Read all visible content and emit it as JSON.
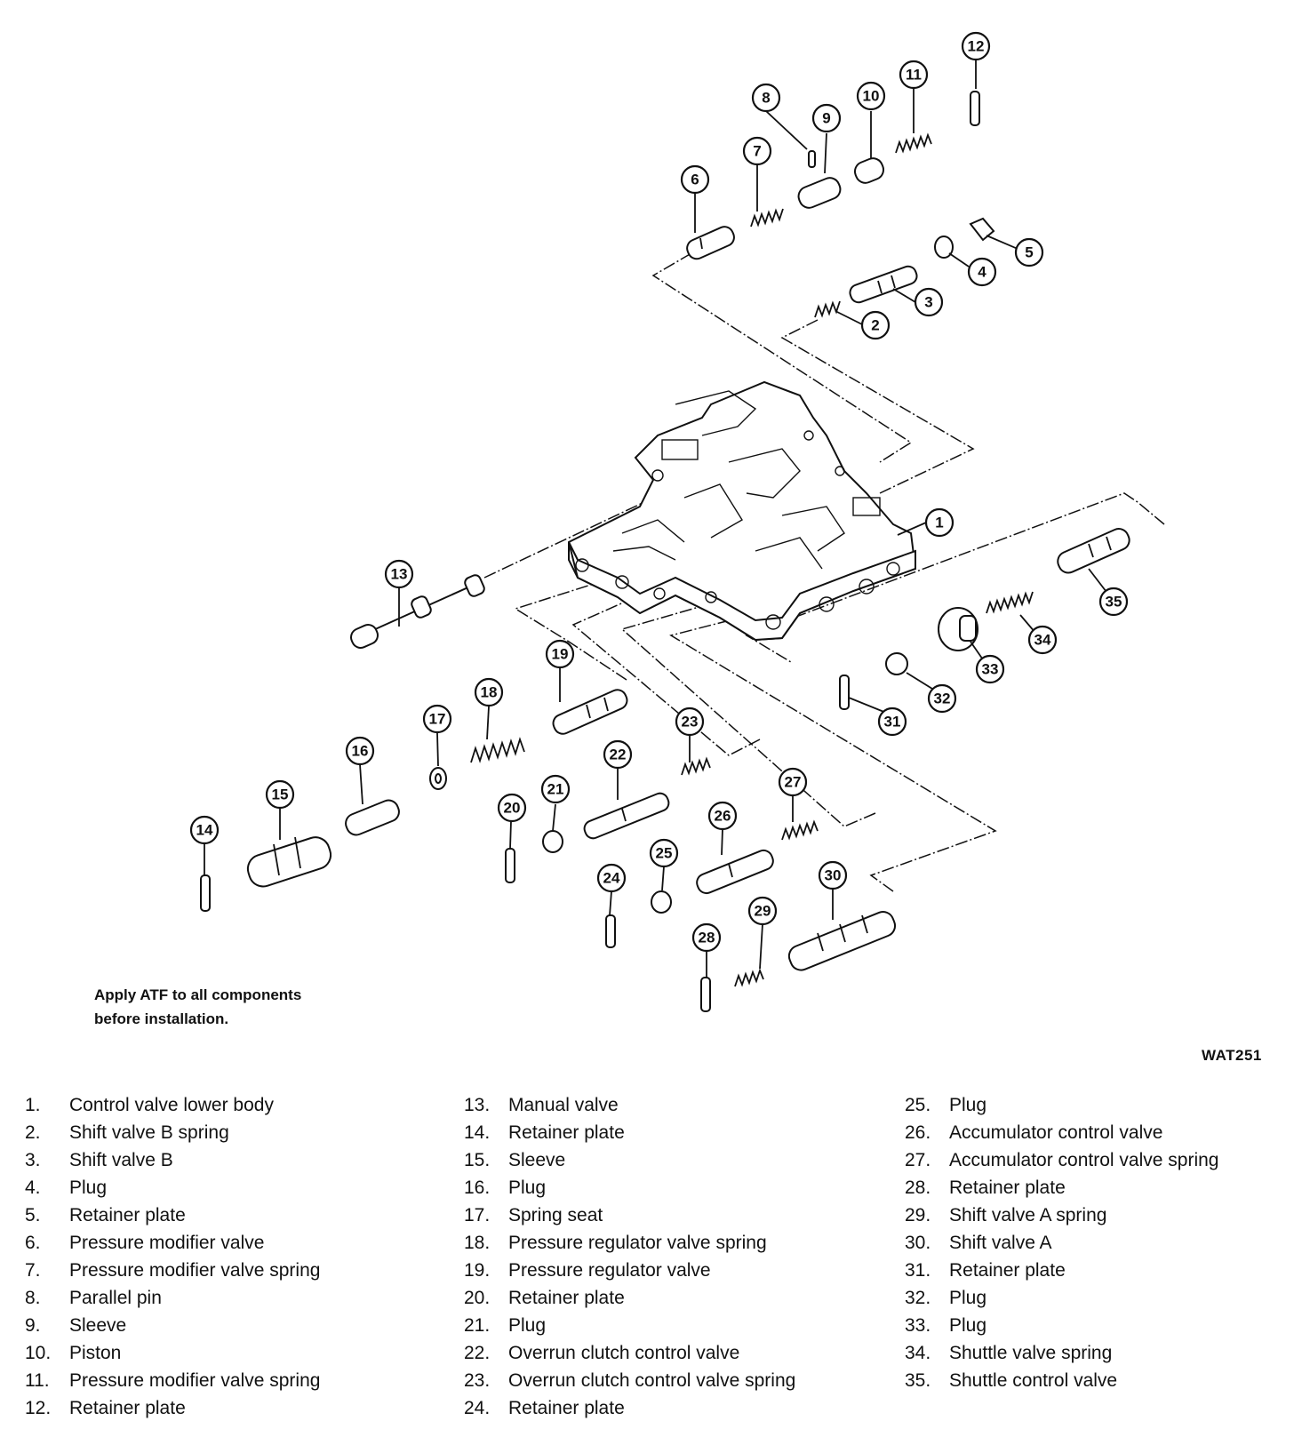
{
  "note": {
    "line1": "Apply ATF to all components",
    "line2": "before installation."
  },
  "figure_code": "WAT251",
  "callouts": [
    "1",
    "2",
    "3",
    "4",
    "5",
    "6",
    "7",
    "8",
    "9",
    "10",
    "11",
    "12",
    "13",
    "14",
    "15",
    "16",
    "17",
    "18",
    "19",
    "20",
    "21",
    "22",
    "23",
    "24",
    "25",
    "26",
    "27",
    "28",
    "29",
    "30",
    "31",
    "32",
    "33",
    "34",
    "35"
  ],
  "legend": {
    "col1": [
      {
        "num": "1.",
        "label": "Control valve lower body"
      },
      {
        "num": "2.",
        "label": "Shift valve B spring"
      },
      {
        "num": "3.",
        "label": "Shift valve B"
      },
      {
        "num": "4.",
        "label": "Plug"
      },
      {
        "num": "5.",
        "label": "Retainer plate"
      },
      {
        "num": "6.",
        "label": "Pressure modifier valve"
      },
      {
        "num": "7.",
        "label": "Pressure modifier valve spring"
      },
      {
        "num": "8.",
        "label": "Parallel pin"
      },
      {
        "num": "9.",
        "label": "Sleeve"
      },
      {
        "num": "10.",
        "label": "Piston"
      },
      {
        "num": "11.",
        "label": "Pressure modifier valve spring"
      },
      {
        "num": "12.",
        "label": "Retainer plate"
      }
    ],
    "col2": [
      {
        "num": "13.",
        "label": "Manual valve"
      },
      {
        "num": "14.",
        "label": "Retainer plate"
      },
      {
        "num": "15.",
        "label": "Sleeve"
      },
      {
        "num": "16.",
        "label": "Plug"
      },
      {
        "num": "17.",
        "label": "Spring seat"
      },
      {
        "num": "18.",
        "label": "Pressure regulator valve spring"
      },
      {
        "num": "19.",
        "label": "Pressure regulator valve"
      },
      {
        "num": "20.",
        "label": "Retainer plate"
      },
      {
        "num": "21.",
        "label": "Plug"
      },
      {
        "num": "22.",
        "label": "Overrun clutch control valve"
      },
      {
        "num": "23.",
        "label": "Overrun clutch control valve spring"
      },
      {
        "num": "24.",
        "label": "Retainer plate"
      }
    ],
    "col3": [
      {
        "num": "25.",
        "label": "Plug"
      },
      {
        "num": "26.",
        "label": "Accumulator control valve"
      },
      {
        "num": "27.",
        "label": "Accumulator control valve spring"
      },
      {
        "num": "28.",
        "label": "Retainer plate"
      },
      {
        "num": "29.",
        "label": "Shift valve A spring"
      },
      {
        "num": "30.",
        "label": "Shift valve A"
      },
      {
        "num": "31.",
        "label": "Retainer plate"
      },
      {
        "num": "32.",
        "label": "Plug"
      },
      {
        "num": "33.",
        "label": "Plug"
      },
      {
        "num": "34.",
        "label": "Shuttle valve spring"
      },
      {
        "num": "35.",
        "label": "Shuttle control valve"
      }
    ]
  }
}
